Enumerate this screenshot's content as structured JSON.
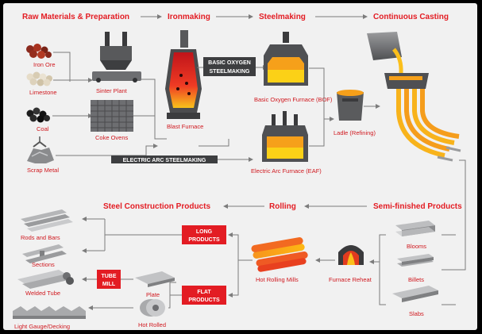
{
  "stages": {
    "raw": "Raw Materials & Preparation",
    "iron": "Ironmaking",
    "steel": "Steelmaking",
    "casting": "Continuous Casting",
    "construction": "Steel Construction Products",
    "rolling": "Rolling",
    "semi": "Semi-finished Products"
  },
  "labels": {
    "iron_ore": "Iron Ore",
    "limestone": "Limestone",
    "coal": "Coal",
    "scrap": "Scrap Metal",
    "sinter": "Sinter Plant",
    "coke": "Coke Ovens",
    "blast": "Blast Furnace",
    "bof": "Basic Oxygen Furnace (BOF)",
    "eaf": "Electric Arc Furnace (EAF)",
    "ladle": "Ladle (Refining)",
    "blooms": "Blooms",
    "billets": "Billets",
    "slabs": "Slabs",
    "furnace_reheat": "Furnace Reheat",
    "hot_rolling": "Hot Rolling Mills",
    "plate": "Plate",
    "hot_rolled": "Hot Rolled",
    "rods_bars": "Rods and Bars",
    "sections": "Sections",
    "welded_tube": "Welded Tube",
    "light_gauge": "Light Gauge/Decking"
  },
  "boxes": {
    "bos_line1": "BASIC OXYGEN",
    "bos_line2": "STEELMAKING",
    "arc": "ELECTRIC ARC STEELMAKING",
    "long_line1": "LONG",
    "long_line2": "PRODUCTS",
    "flat_line1": "FLAT",
    "flat_line2": "PRODUCTS",
    "tube_line1": "TUBE",
    "tube_line2": "MILL"
  },
  "colors": {
    "red": "#e31c23",
    "molten": "#f7a41d",
    "gray": "#6d6e71"
  }
}
